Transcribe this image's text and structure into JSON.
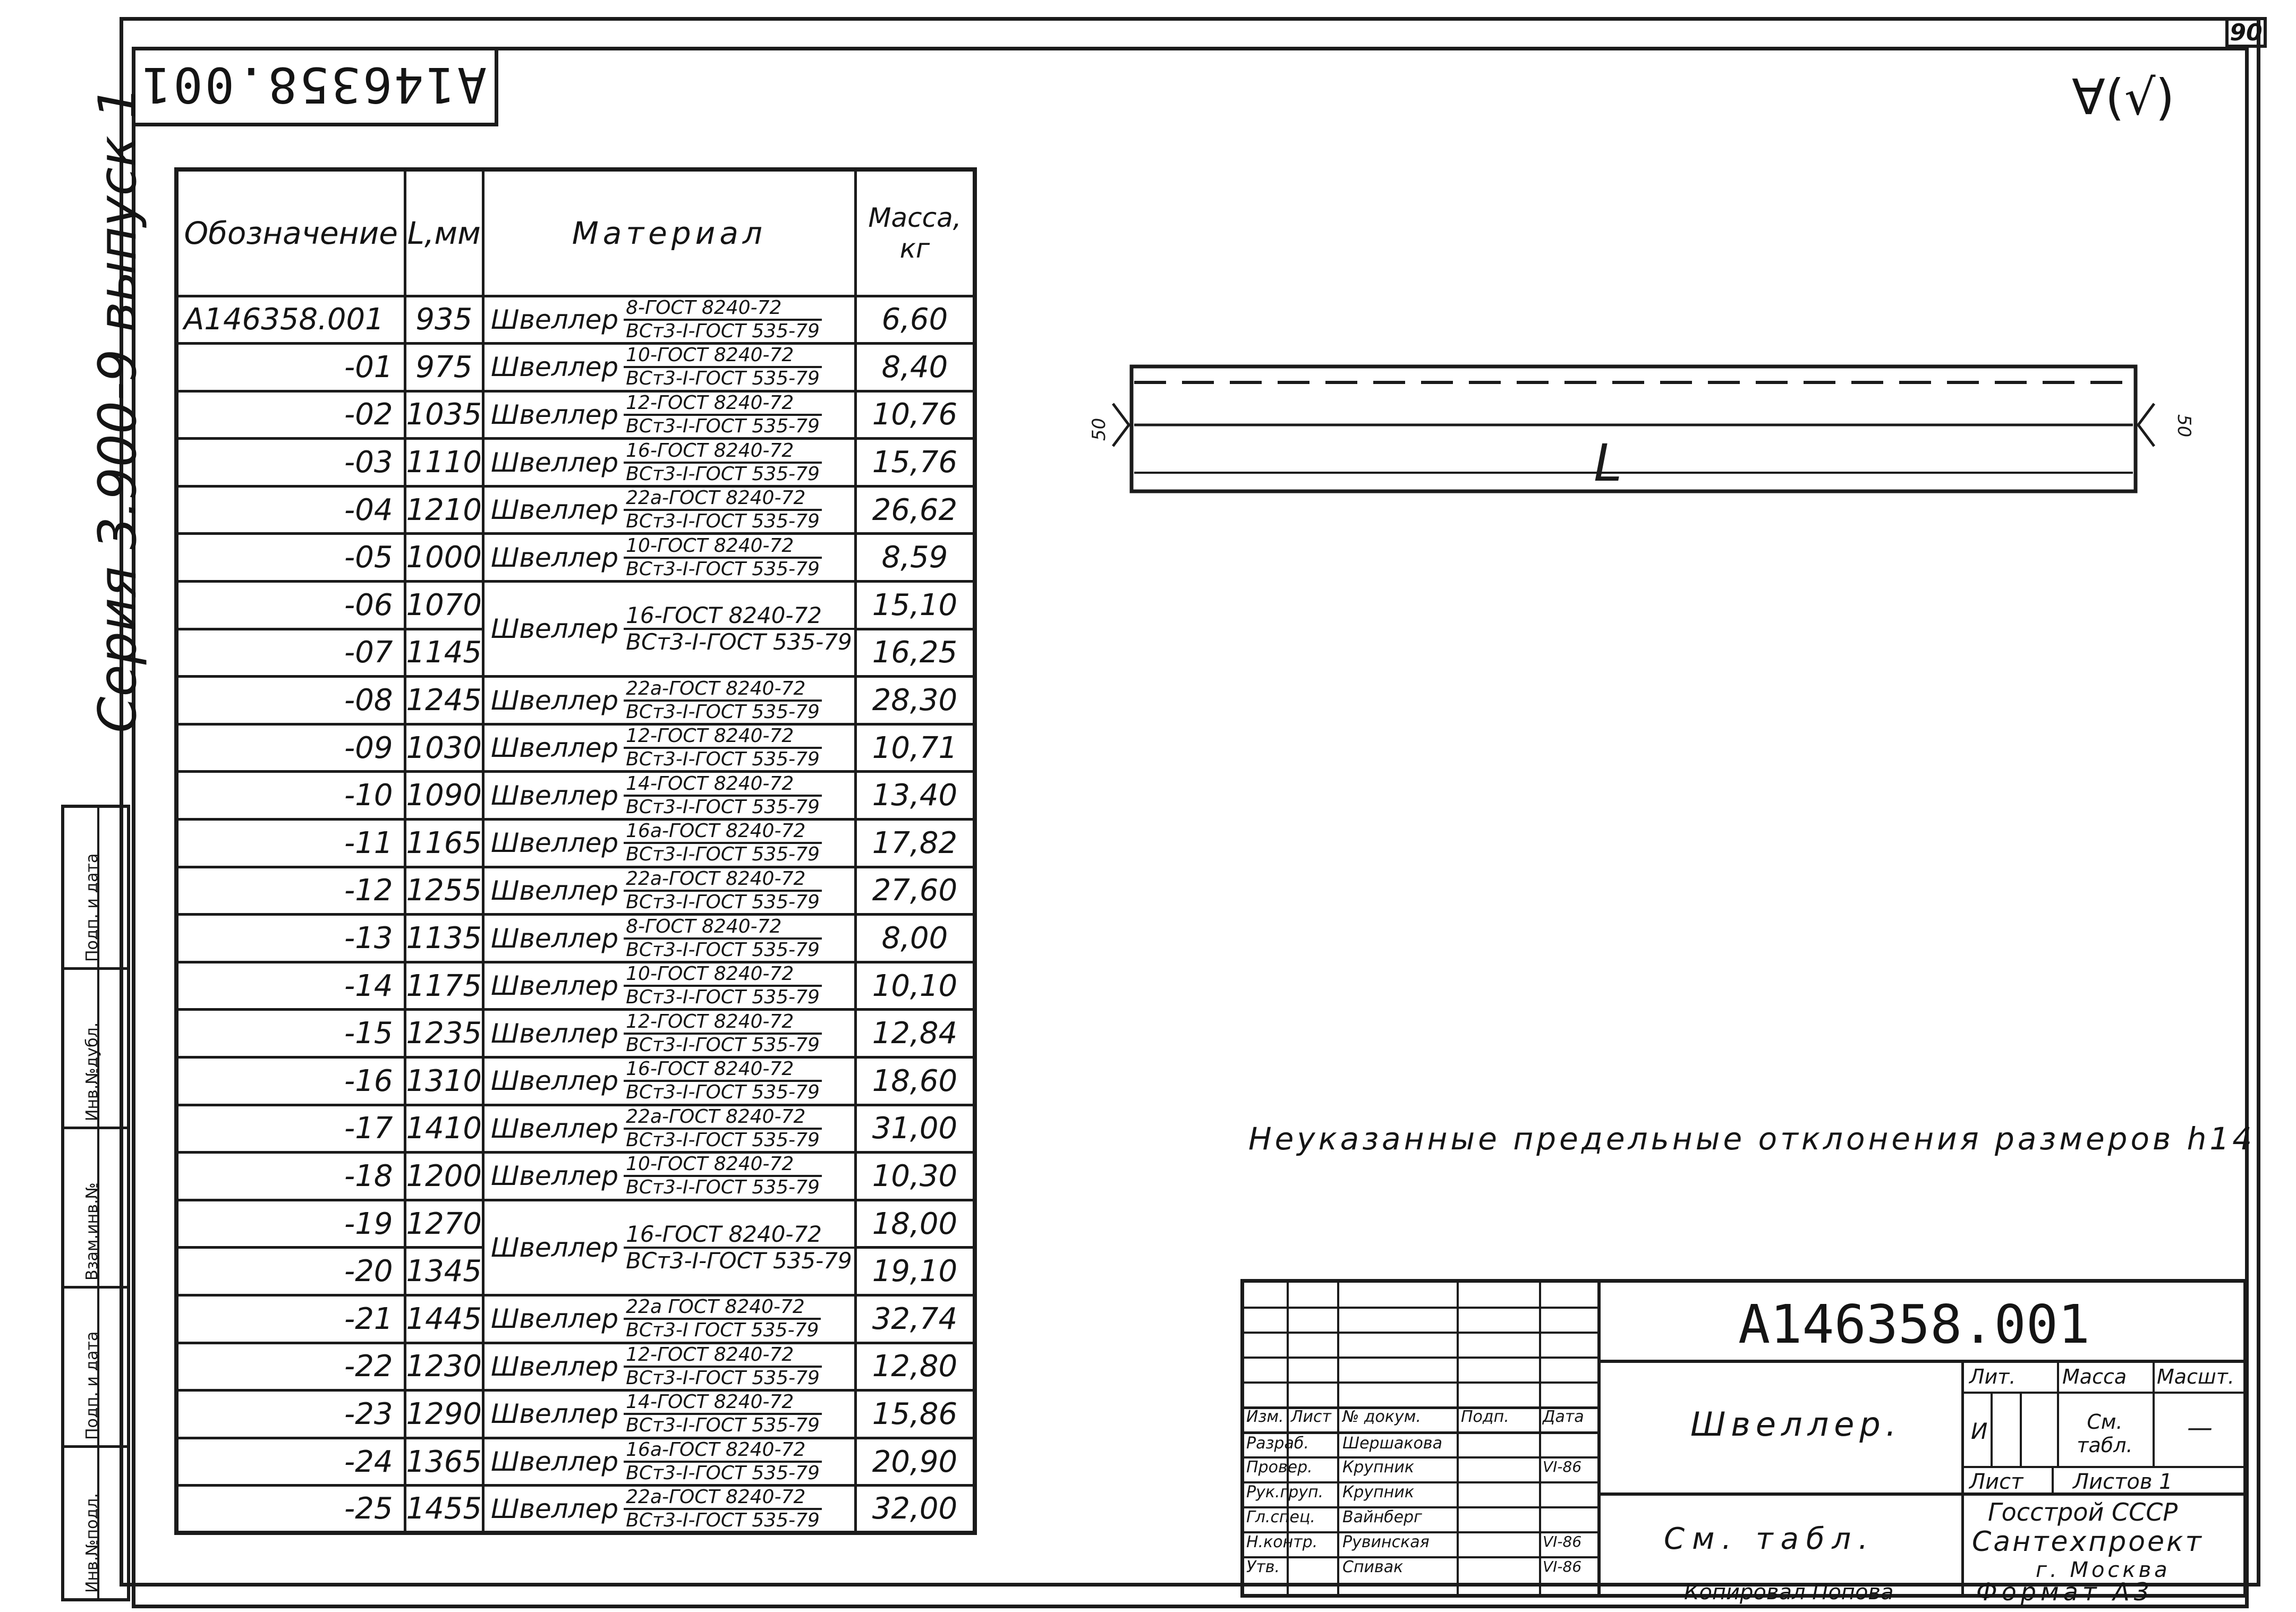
{
  "sheet_number": "90",
  "rotated_code": "А146358.001",
  "series_label": "Серия 3.900-9 выпуск 1",
  "stamp_column": [
    "Инв.№подл.",
    "Подп. и дата",
    "Взам.инв.№",
    "Инв.№дубл.",
    "Подп. и дата"
  ],
  "roughness_mark": "∀(√)",
  "table": {
    "headers": {
      "designation": "Обозначение",
      "length": "L,мм",
      "material": "Материал",
      "mass": "Масса, кг"
    },
    "rows": [
      {
        "des": "А146358.001",
        "len": "935",
        "mat": "Швеллер",
        "top": "8-ГОСТ 8240-72",
        "bot": "ВСт3-I-ГОСТ 535-79",
        "mass": "6,60"
      },
      {
        "des": "-01",
        "len": "975",
        "mat": "Швеллер",
        "top": "10-ГОСТ 8240-72",
        "bot": "ВСт3-I-ГОСТ 535-79",
        "mass": "8,40"
      },
      {
        "des": "-02",
        "len": "1035",
        "mat": "Швеллер",
        "top": "12-ГОСТ 8240-72",
        "bot": "ВСт3-I-ГОСТ 535-79",
        "mass": "10,76"
      },
      {
        "des": "-03",
        "len": "1110",
        "mat": "Швеллер",
        "top": "16-ГОСТ 8240-72",
        "bot": "ВСт3-I-ГОСТ 535-79",
        "mass": "15,76"
      },
      {
        "des": "-04",
        "len": "1210",
        "mat": "Швеллер",
        "top": "22а-ГОСТ 8240-72",
        "bot": "ВСт3-I-ГОСТ 535-79",
        "mass": "26,62"
      },
      {
        "des": "-05",
        "len": "1000",
        "mat": "Швеллер",
        "top": "10-ГОСТ 8240-72",
        "bot": "ВСт3-I-ГОСТ 535-79",
        "mass": "8,59"
      },
      {
        "des": "-06",
        "len": "1070",
        "mat": "Швеллер",
        "top": "16-ГОСТ 8240-72",
        "bot": "ВСт3-I-ГОСТ 535-79",
        "mass": "15,10"
      },
      {
        "des": "-07",
        "len": "1145",
        "mass": "16,25"
      },
      {
        "des": "-08",
        "len": "1245",
        "mat": "Швеллер",
        "top": "22а-ГОСТ 8240-72",
        "bot": "ВСт3-I-ГОСТ 535-79",
        "mass": "28,30"
      },
      {
        "des": "-09",
        "len": "1030",
        "mat": "Швеллер",
        "top": "12-ГОСТ 8240-72",
        "bot": "ВСт3-I-ГОСТ 535-79",
        "mass": "10,71"
      },
      {
        "des": "-10",
        "len": "1090",
        "mat": "Швеллер",
        "top": "14-ГОСТ 8240-72",
        "bot": "ВСт3-I-ГОСТ 535-79",
        "mass": "13,40"
      },
      {
        "des": "-11",
        "len": "1165",
        "mat": "Швеллер",
        "top": "16а-ГОСТ 8240-72",
        "bot": "ВСт3-I-ГОСТ 535-79",
        "mass": "17,82"
      },
      {
        "des": "-12",
        "len": "1255",
        "mat": "Швеллер",
        "top": "22а-ГОСТ 8240-72",
        "bot": "ВСт3-I-ГОСТ 535-79",
        "mass": "27,60"
      },
      {
        "des": "-13",
        "len": "1135",
        "mat": "Швеллер",
        "top": "8-ГОСТ 8240-72",
        "bot": "ВСт3-I-ГОСТ 535-79",
        "mass": "8,00"
      },
      {
        "des": "-14",
        "len": "1175",
        "mat": "Швеллер",
        "top": "10-ГОСТ 8240-72",
        "bot": "ВСт3-I-ГОСТ 535-79",
        "mass": "10,10"
      },
      {
        "des": "-15",
        "len": "1235",
        "mat": "Швеллер",
        "top": "12-ГОСТ 8240-72",
        "bot": "ВСт3-I-ГОСТ 535-79",
        "mass": "12,84"
      },
      {
        "des": "-16",
        "len": "1310",
        "mat": "Швеллер",
        "top": "16-ГОСТ 8240-72",
        "bot": "ВСт3-I-ГОСТ 535-79",
        "mass": "18,60"
      },
      {
        "des": "-17",
        "len": "1410",
        "mat": "Швеллер",
        "top": "22а-ГОСТ 8240-72",
        "bot": "ВСт3-I-ГОСТ 535-79",
        "mass": "31,00"
      },
      {
        "des": "-18",
        "len": "1200",
        "mat": "Швеллер",
        "top": "10-ГОСТ 8240-72",
        "bot": "ВСт3-I-ГОСТ 535-79",
        "mass": "10,30"
      },
      {
        "des": "-19",
        "len": "1270",
        "mat": "Швеллер",
        "top": "16-ГОСТ 8240-72",
        "bot": "ВСт3-I-ГОСТ 535-79",
        "mass": "18,00"
      },
      {
        "des": "-20",
        "len": "1345",
        "mass": "19,10"
      },
      {
        "des": "-21",
        "len": "1445",
        "mat": "Швеллер",
        "top": "22а ГОСТ 8240-72",
        "bot": "ВСт3-I ГОСТ 535-79",
        "mass": "32,74"
      },
      {
        "des": "-22",
        "len": "1230",
        "mat": "Швеллер",
        "top": "12-ГОСТ 8240-72",
        "bot": "ВСт3-I-ГОСТ 535-79",
        "mass": "12,80"
      },
      {
        "des": "-23",
        "len": "1290",
        "mat": "Швеллер",
        "top": "14-ГОСТ 8240-72",
        "bot": "ВСт3-I-ГОСТ 535-79",
        "mass": "15,86"
      },
      {
        "des": "-24",
        "len": "1365",
        "mat": "Швеллер",
        "top": "16а-ГОСТ 8240-72",
        "bot": "ВСт3-I-ГОСТ 535-79",
        "mass": "20,90"
      },
      {
        "des": "-25",
        "len": "1455",
        "mat": "Швеллер",
        "top": "22а-ГОСТ 8240-72",
        "bot": "ВСт3-I-ГОСТ 535-79",
        "mass": "32,00"
      }
    ]
  },
  "drawing": {
    "length_label": "L",
    "roughness_left": "50",
    "roughness_right": "50"
  },
  "note": "Неуказанные предельные отклонения размеров h14",
  "title_block": {
    "document_code": "А146358.001",
    "item_name": "Швеллер.",
    "material_ref": "См. табл.",
    "col_headers": {
      "change": "Изм.",
      "sheet": "Лист",
      "doc_no": "№ докум.",
      "signature": "Подп.",
      "date": "Дата"
    },
    "roles": [
      {
        "role": "Разраб.",
        "name": "Шершакова",
        "date": ""
      },
      {
        "role": "Провер.",
        "name": "Крупник",
        "date": "VI-86"
      },
      {
        "role": "Рук.груп.",
        "name": "Крупник",
        "date": ""
      },
      {
        "role": "Гл.спец.",
        "name": "Вайнберг",
        "date": ""
      },
      {
        "role": "Н.контр.",
        "name": "Рувинская",
        "date": "VI-86"
      },
      {
        "role": "Утв.",
        "name": "Спивак",
        "date": "VI-86"
      }
    ],
    "lit_label": "Лит.",
    "lit_value": "И",
    "mass_label": "Масса",
    "mass_value": "См. табл.",
    "scale_label": "Масшт.",
    "scale_value": "—",
    "sheet_label": "Лист",
    "sheets_label": "Листов 1",
    "org_line1": "Госстрой СССР",
    "org_line2": "Сантехпроект",
    "org_line3": "г. Москва",
    "copied_by": "Копировал Попова",
    "format": "Формат А3"
  }
}
